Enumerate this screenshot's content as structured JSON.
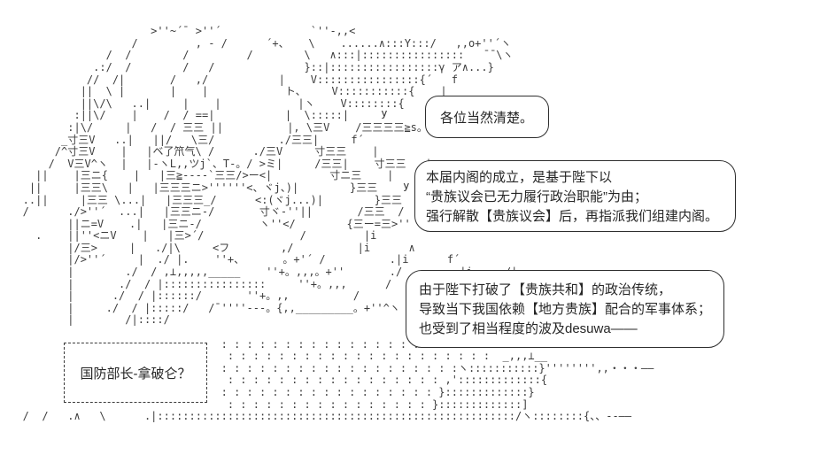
{
  "scene": {
    "background": "#ffffff",
    "ink_color": "#3c3c3c",
    "text_color": "#262626",
    "description": "ascii-art-character-with-speech-bubbles"
  },
  "ascii_art": {
    "lines": [
      "",
      "",
      "                       >''~´¯ >''´              `''-,,<",
      "                    /         , - /      ´+、   \\    ......∧:::Y:::/   ,,o+''´ヽ",
      "                /  /        /         /        \\   ∧:::|::::::::::::::::   ¯¯\\ヽ",
      "              .:/  /        /   /              }::|:::::::::::::::::γ ア∧...}",
      "             //  /|       /   ,/           |    V::::::::::::::::{´   f",
      "            ||  \\ |       |    |            ト、    V:::::::::::{    |",
      "            ||\\/\\   ..|     |    |            |ヽ    V::::::::{    |",
      "           :||\\/    |    /  / ==|           |  \\:::::|     У",
      "          :|\\/     |   /  / 三三 ||          |, \\三V    /三三三三≧s。",
      "         _寸三V   ..|   ||/   \\三/          ./三三|     f´",
      "        /^寸三V    |   |ベ了笊气\\ /      ./三V     寸三三    |",
      "       /  V三V^ヽ  |   |-ヽL,,ツj`、T-。/ >ミ|     /三三|    寸三三   |",
      "     ||    |三ニ{    |   |三≧---‐`三三/>ー<|         寸ニ三    |",
      "    ||     |三三\\   |   |三三三ニ>''''''<、ヾj、)|        }三三    У",
      "   ..||     |三三 \\...|   |三三三_/      <:(ヾj...)|        }三三   /",
      "   /      ./>''´  ...|   |三三ニ-/       寸ヾ-''||       /三三  /",
      "          ||ニ=V    .|   |三ニ-/         ヽ''</        {三ー=三>''",
      "     .    ||''<ニV    |   |三>´/               /         |i",
      "          |/三>     |   ./|\\     <フ        ,/          |i      ∧",
      "          |/>''´     |  ./ |.    ''+、      。+'´ /          .|i      f´",
      "          |        ./  / ,⊥,,,,,_____    ''+。,,,。+''       ./        .|i     /|",
      "          |       ./  / |::::::::::::::::     ''+。,,,      /            |     | |",
      "          |      ./  / |::::::/       ''+。,,          /             |     | |",
      "          |     ./  / |:::::/   /¯''''---。{,,_________。+''^ヽ          |     | |",
      "          |        /|::::/                                        |     У",
      "",
      "                                  : : : : : : : : : : : : : : : : : : : : : : :∨      У",
      "                                   : : : : : : : : : : : : : : : : : : : : :  _,,,⊥__",
      "                                  : : : : : : : : : : : : : : : : : : :ヽ:::::::::::}'''''''',,・・・――",
      "                                   : : : : : : : : : : : : : : : : : ,':::::::::::::{",
      "                                  : : : : : : : : : : : : : : : : : }:::::::::::::}",
      "                                   : : : : : : : : : : : : : : : : }:::::::::::::]",
      "   /  /   .∧   \\      .|::::::::::::::::::::::::::::::::::::::::::::::::::::::::/ヽ::::::::{、、--――",
      ""
    ]
  },
  "bubbles": [
    {
      "name": "bubble-1",
      "lines": [
        "各位当然清楚。"
      ]
    },
    {
      "name": "bubble-2",
      "lines": [
        "本届内阁的成立，是基于陛下以",
        "“贵族议会已无力履行政治职能”为由；",
        "强行解散【贵族议会】后，再指派我们组建内阁。"
      ]
    },
    {
      "name": "bubble-3",
      "lines": [
        "由于陛下打破了【贵族共和】的政治传统，",
        "导致当下我国依赖【地方贵族】配合的军事体系；",
        "也受到了相当程度的波及desuwa——"
      ]
    }
  ],
  "label_box": {
    "text": "国防部长-拿破仑？"
  }
}
